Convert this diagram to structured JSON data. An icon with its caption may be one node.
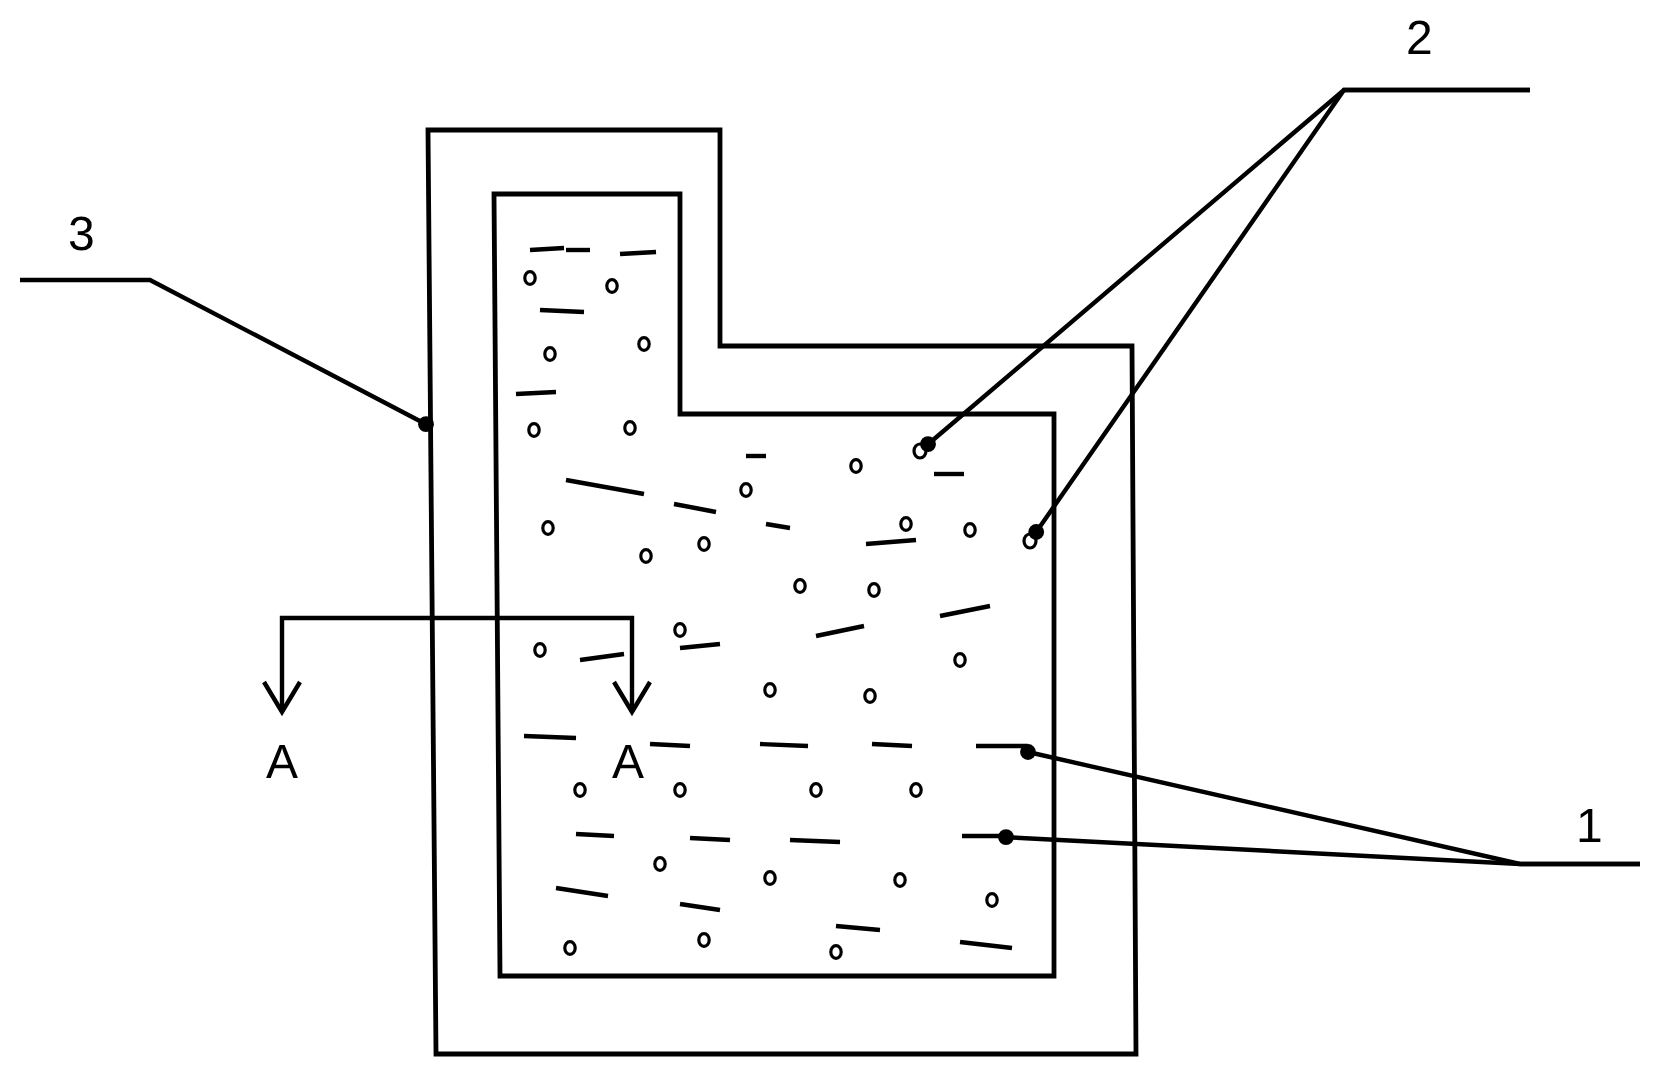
{
  "diagram": {
    "nodes": [
      {
        "text": [],
        "shape": "box"
      },
      {
        "text": [],
        "shape": "box",
        "in": 0
      },
      {
        "text": [],
        "shape": "circle",
        "in": 1
      },
      {
        "text": [],
        "shape": "circle",
        "in": 1
      },
      {
        "text": [],
        "shape": "bar",
        "in": 1
      },
      {
        "text": [],
        "shape": "bar",
        "in": 1
      },
      {
        "text": [
          "2"
        ]
      },
      {
        "text": [
          "3"
        ]
      },
      {
        "text": [
          "1"
        ]
      }
    ],
    "edges": [
      {
        "from": 6,
        "to": 2,
        "arrow": "other"
      },
      {
        "from": 6,
        "to": 3,
        "arrow": "other"
      },
      {
        "from": 7,
        "to": 0,
        "arrow": "other"
      },
      {
        "from": 8,
        "to": 4,
        "arrow": "other"
      },
      {
        "from": 8,
        "to": 5,
        "arrow": "other"
      }
    ],
    "labels": [
      "A",
      "A"
    ]
  }
}
